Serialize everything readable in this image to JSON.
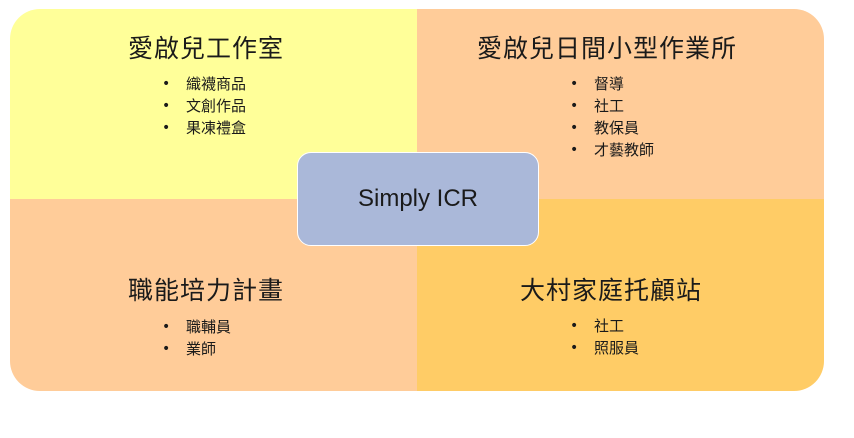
{
  "center": {
    "label": "Simply ICR"
  },
  "quadrants": {
    "top_left": {
      "title": "愛啟兒工作室",
      "items": [
        "織襪商品",
        "文創作品",
        "果凍禮盒"
      ]
    },
    "top_right": {
      "title": "愛啟兒日間小型作業所",
      "items": [
        "督導",
        "社工",
        "教保員",
        "才藝教師"
      ]
    },
    "bottom_left": {
      "title": "職能培力計畫",
      "items": [
        "職輔員",
        "業師"
      ]
    },
    "bottom_right": {
      "title": "大村家庭托顧站",
      "items": [
        "社工",
        "照服員"
      ]
    }
  },
  "colors": {
    "top_left": "#FFFF99",
    "top_right": "#FFCC99",
    "bottom_left": "#FFCC99",
    "bottom_right": "#FFCC66",
    "center": "#AAB8D9"
  }
}
